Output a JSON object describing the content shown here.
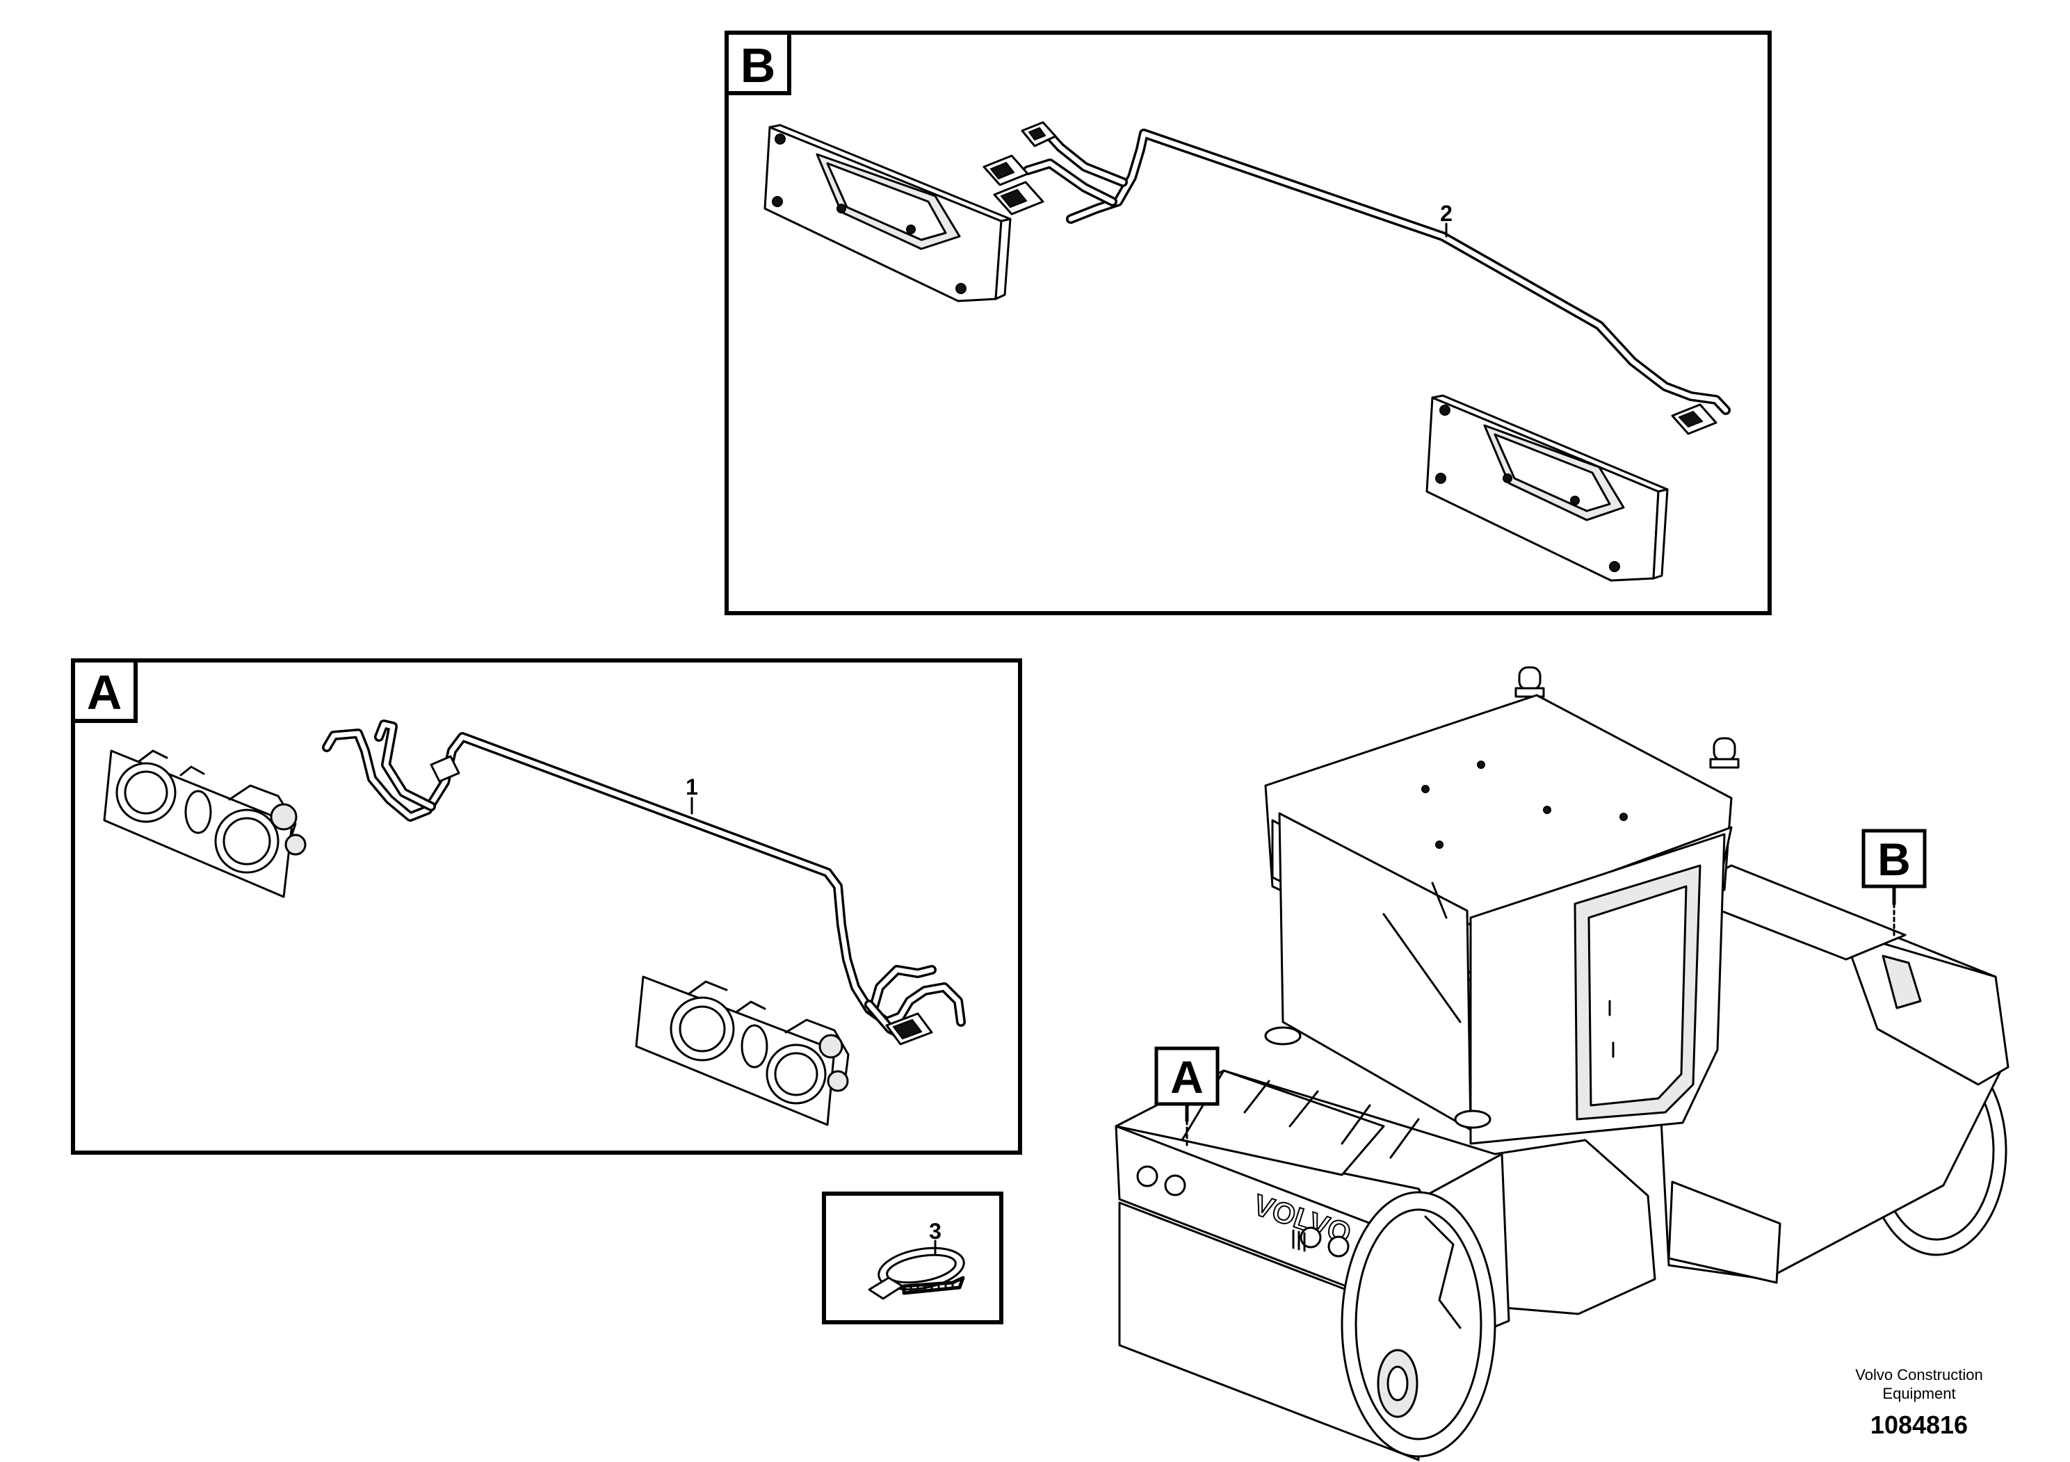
{
  "detail_b": {
    "label": "B",
    "part_number": "2"
  },
  "detail_a": {
    "label": "A",
    "part_number": "1"
  },
  "detail_tie": {
    "part_number": "3"
  },
  "machine": {
    "callout_a": "A",
    "callout_b": "B",
    "brand_on_hood": "VOLVO"
  },
  "footer": {
    "company_line1": "Volvo Construction",
    "company_line2": "Equipment",
    "drawing_number": "1084816"
  }
}
